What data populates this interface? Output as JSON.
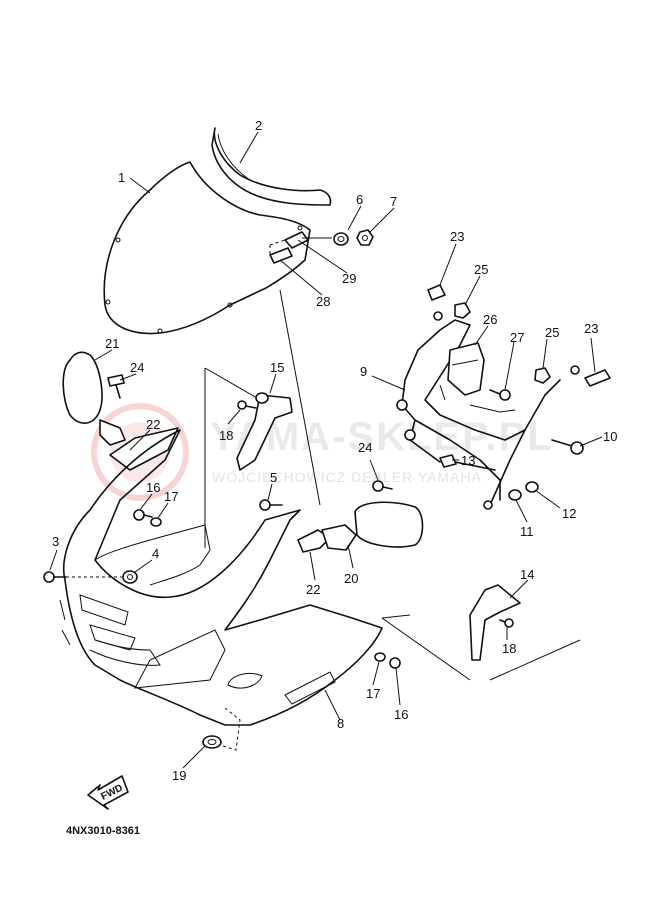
{
  "diagram_code": "4NX3010-8361",
  "fwd_label": "FWD",
  "watermark": {
    "main": "YAMA-SKLEP.PL",
    "sub": "WOJCIECHOWICZ DEALER YAMAHA"
  },
  "callouts": {
    "c1": "1",
    "c2": "2",
    "c3": "3",
    "c4": "4",
    "c5": "5",
    "c6": "6",
    "c7": "7",
    "c8": "8",
    "c9": "9",
    "c10": "10",
    "c11": "11",
    "c12": "12",
    "c13": "13",
    "c14": "14",
    "c15": "15",
    "c16a": "16",
    "c16b": "16",
    "c17a": "17",
    "c17b": "17",
    "c18a": "18",
    "c18b": "18",
    "c19": "19",
    "c20": "20",
    "c21": "21",
    "c22a": "22",
    "c22b": "22",
    "c23a": "23",
    "c23b": "23",
    "c24a": "24",
    "c24b": "24",
    "c25a": "25",
    "c25b": "25",
    "c26": "26",
    "c27": "27",
    "c28": "28",
    "c29": "29"
  }
}
